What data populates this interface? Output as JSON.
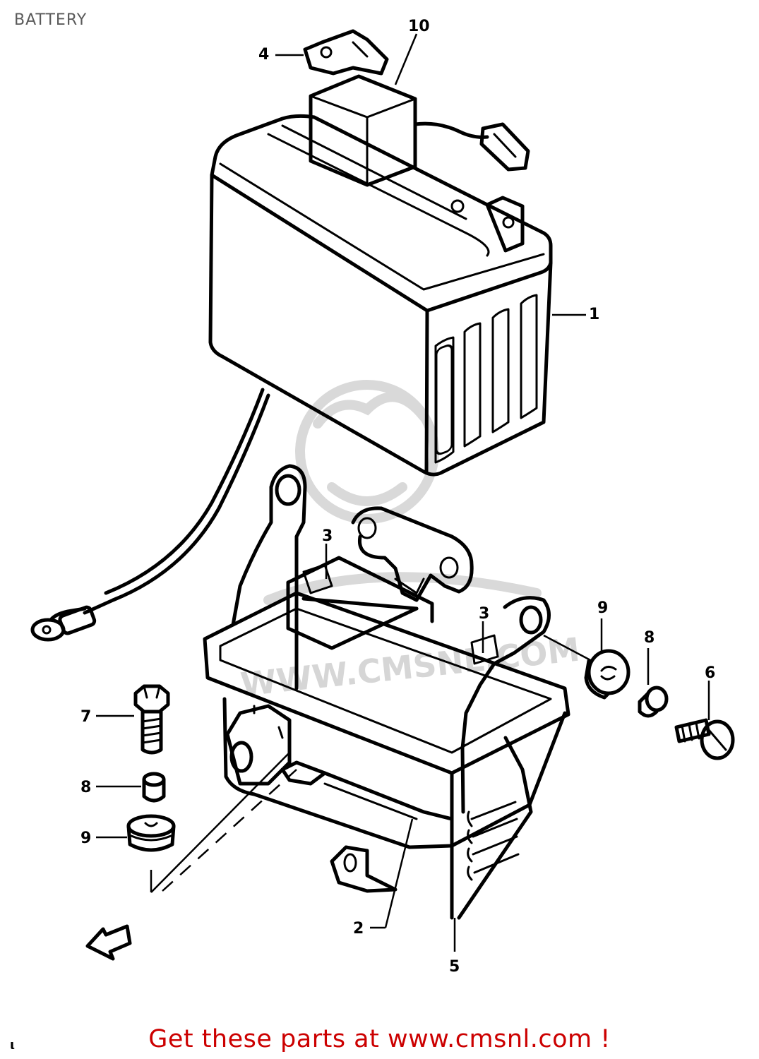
{
  "header": {
    "title": "BATTERY"
  },
  "watermark": {
    "text": "WWW.CMSNL.COM",
    "color": "#d6d6d6"
  },
  "callouts": [
    {
      "id": "1",
      "label": "1"
    },
    {
      "id": "2",
      "label": "2"
    },
    {
      "id": "3a",
      "label": "3"
    },
    {
      "id": "3b",
      "label": "3"
    },
    {
      "id": "4",
      "label": "4"
    },
    {
      "id": "5",
      "label": "5"
    },
    {
      "id": "6",
      "label": "6"
    },
    {
      "id": "7",
      "label": "7"
    },
    {
      "id": "8a",
      "label": "8"
    },
    {
      "id": "8b",
      "label": "8"
    },
    {
      "id": "9a",
      "label": "9"
    },
    {
      "id": "9b",
      "label": "9"
    },
    {
      "id": "10",
      "label": "10"
    }
  ],
  "direction_arrow": {
    "label": "FWD"
  },
  "footer": {
    "promo": "Get these parts at www.cmsnl.com !",
    "promo_color": "#cc0000"
  },
  "corner_mark": "ι"
}
